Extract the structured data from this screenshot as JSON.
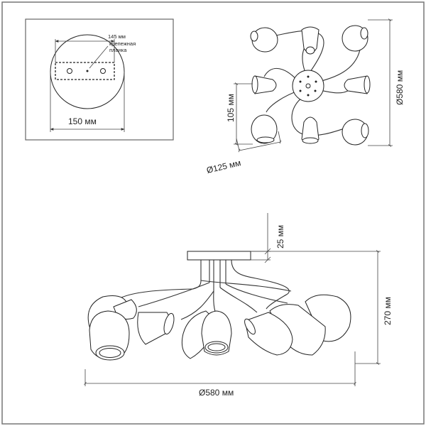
{
  "mount_plate_detail": {
    "bracket_length": "145 мм",
    "bracket_label_line1": "крепежная",
    "bracket_label_line2": "планка",
    "plate_diameter": "150 мм"
  },
  "top_view": {
    "overall_diameter": "Ø580 мм",
    "arm_offset": "105 мм",
    "shade_diameter": "Ø125 мм"
  },
  "side_view": {
    "canopy_height": "25 мм",
    "overall_height": "270 мм",
    "overall_width": "Ø580 мм"
  },
  "colors": {
    "line": "#333333",
    "frame": "#777777",
    "background": "#ffffff"
  }
}
